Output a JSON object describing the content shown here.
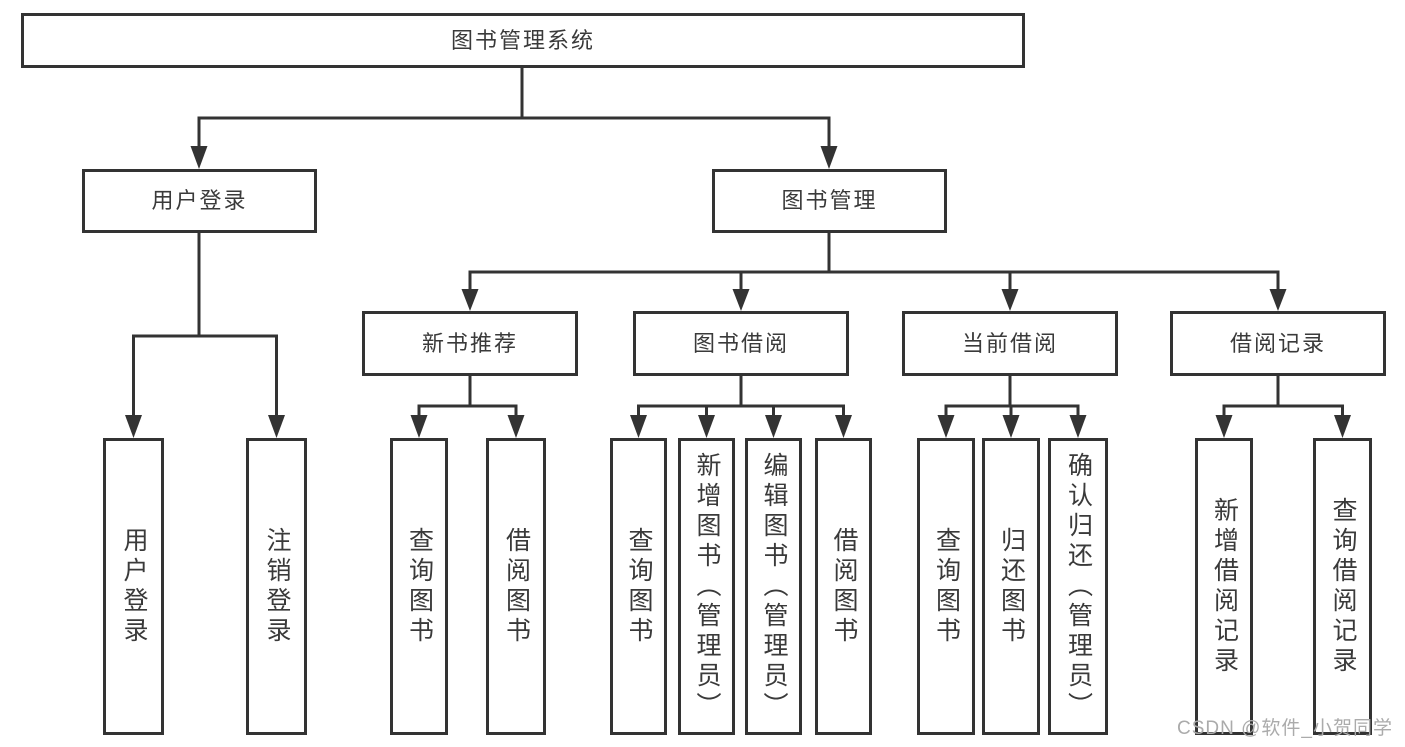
{
  "tree": {
    "root": {
      "label": "图书管理系统"
    },
    "user_login": {
      "label": "用户登录",
      "children": [
        {
          "label": "用户登录"
        },
        {
          "label": "注销登录"
        }
      ]
    },
    "book_mgmt": {
      "label": "图书管理",
      "sections": [
        {
          "label": "新书推荐",
          "children": [
            {
              "label": "查询图书"
            },
            {
              "label": "借阅图书"
            }
          ]
        },
        {
          "label": "图书借阅",
          "children": [
            {
              "label": "查询图书"
            },
            {
              "label": "新增图书（管理员）"
            },
            {
              "label": "编辑图书（管理员）"
            },
            {
              "label": "借阅图书"
            }
          ]
        },
        {
          "label": "当前借阅",
          "children": [
            {
              "label": "查询图书"
            },
            {
              "label": "归还图书"
            },
            {
              "label": "确认归还（管理员）"
            }
          ]
        },
        {
          "label": "借阅记录",
          "children": [
            {
              "label": "新增借阅记录"
            },
            {
              "label": "查询借阅记录"
            }
          ]
        }
      ]
    }
  },
  "watermark": {
    "text": "CSDN @软件_小贺同学"
  },
  "colors": {
    "line": "#333333",
    "text": "#3a3a3a",
    "watermark": "#ababab",
    "background": "#ffffff"
  }
}
